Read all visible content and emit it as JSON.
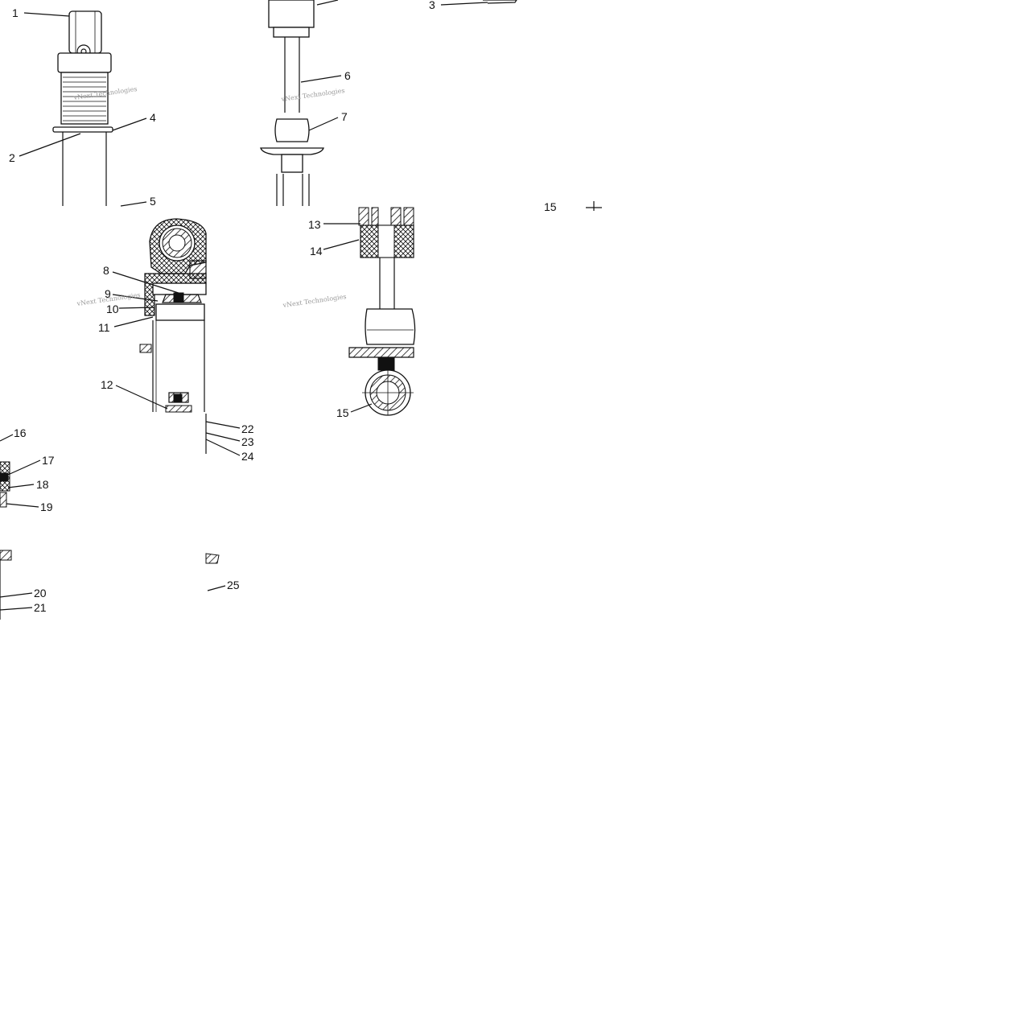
{
  "callouts": [
    "1",
    "2",
    "3",
    "4",
    "5",
    "6",
    "7",
    "8",
    "9",
    "10",
    "11",
    "12",
    "13",
    "14",
    "15",
    "15",
    "16",
    "17",
    "18",
    "19",
    "20",
    "21",
    "22",
    "23",
    "24",
    "25"
  ],
  "watermark": "vNext Technologies",
  "colors": {
    "ink": "#111111",
    "watermark": "#9a9a9a",
    "background": "#ffffff"
  }
}
